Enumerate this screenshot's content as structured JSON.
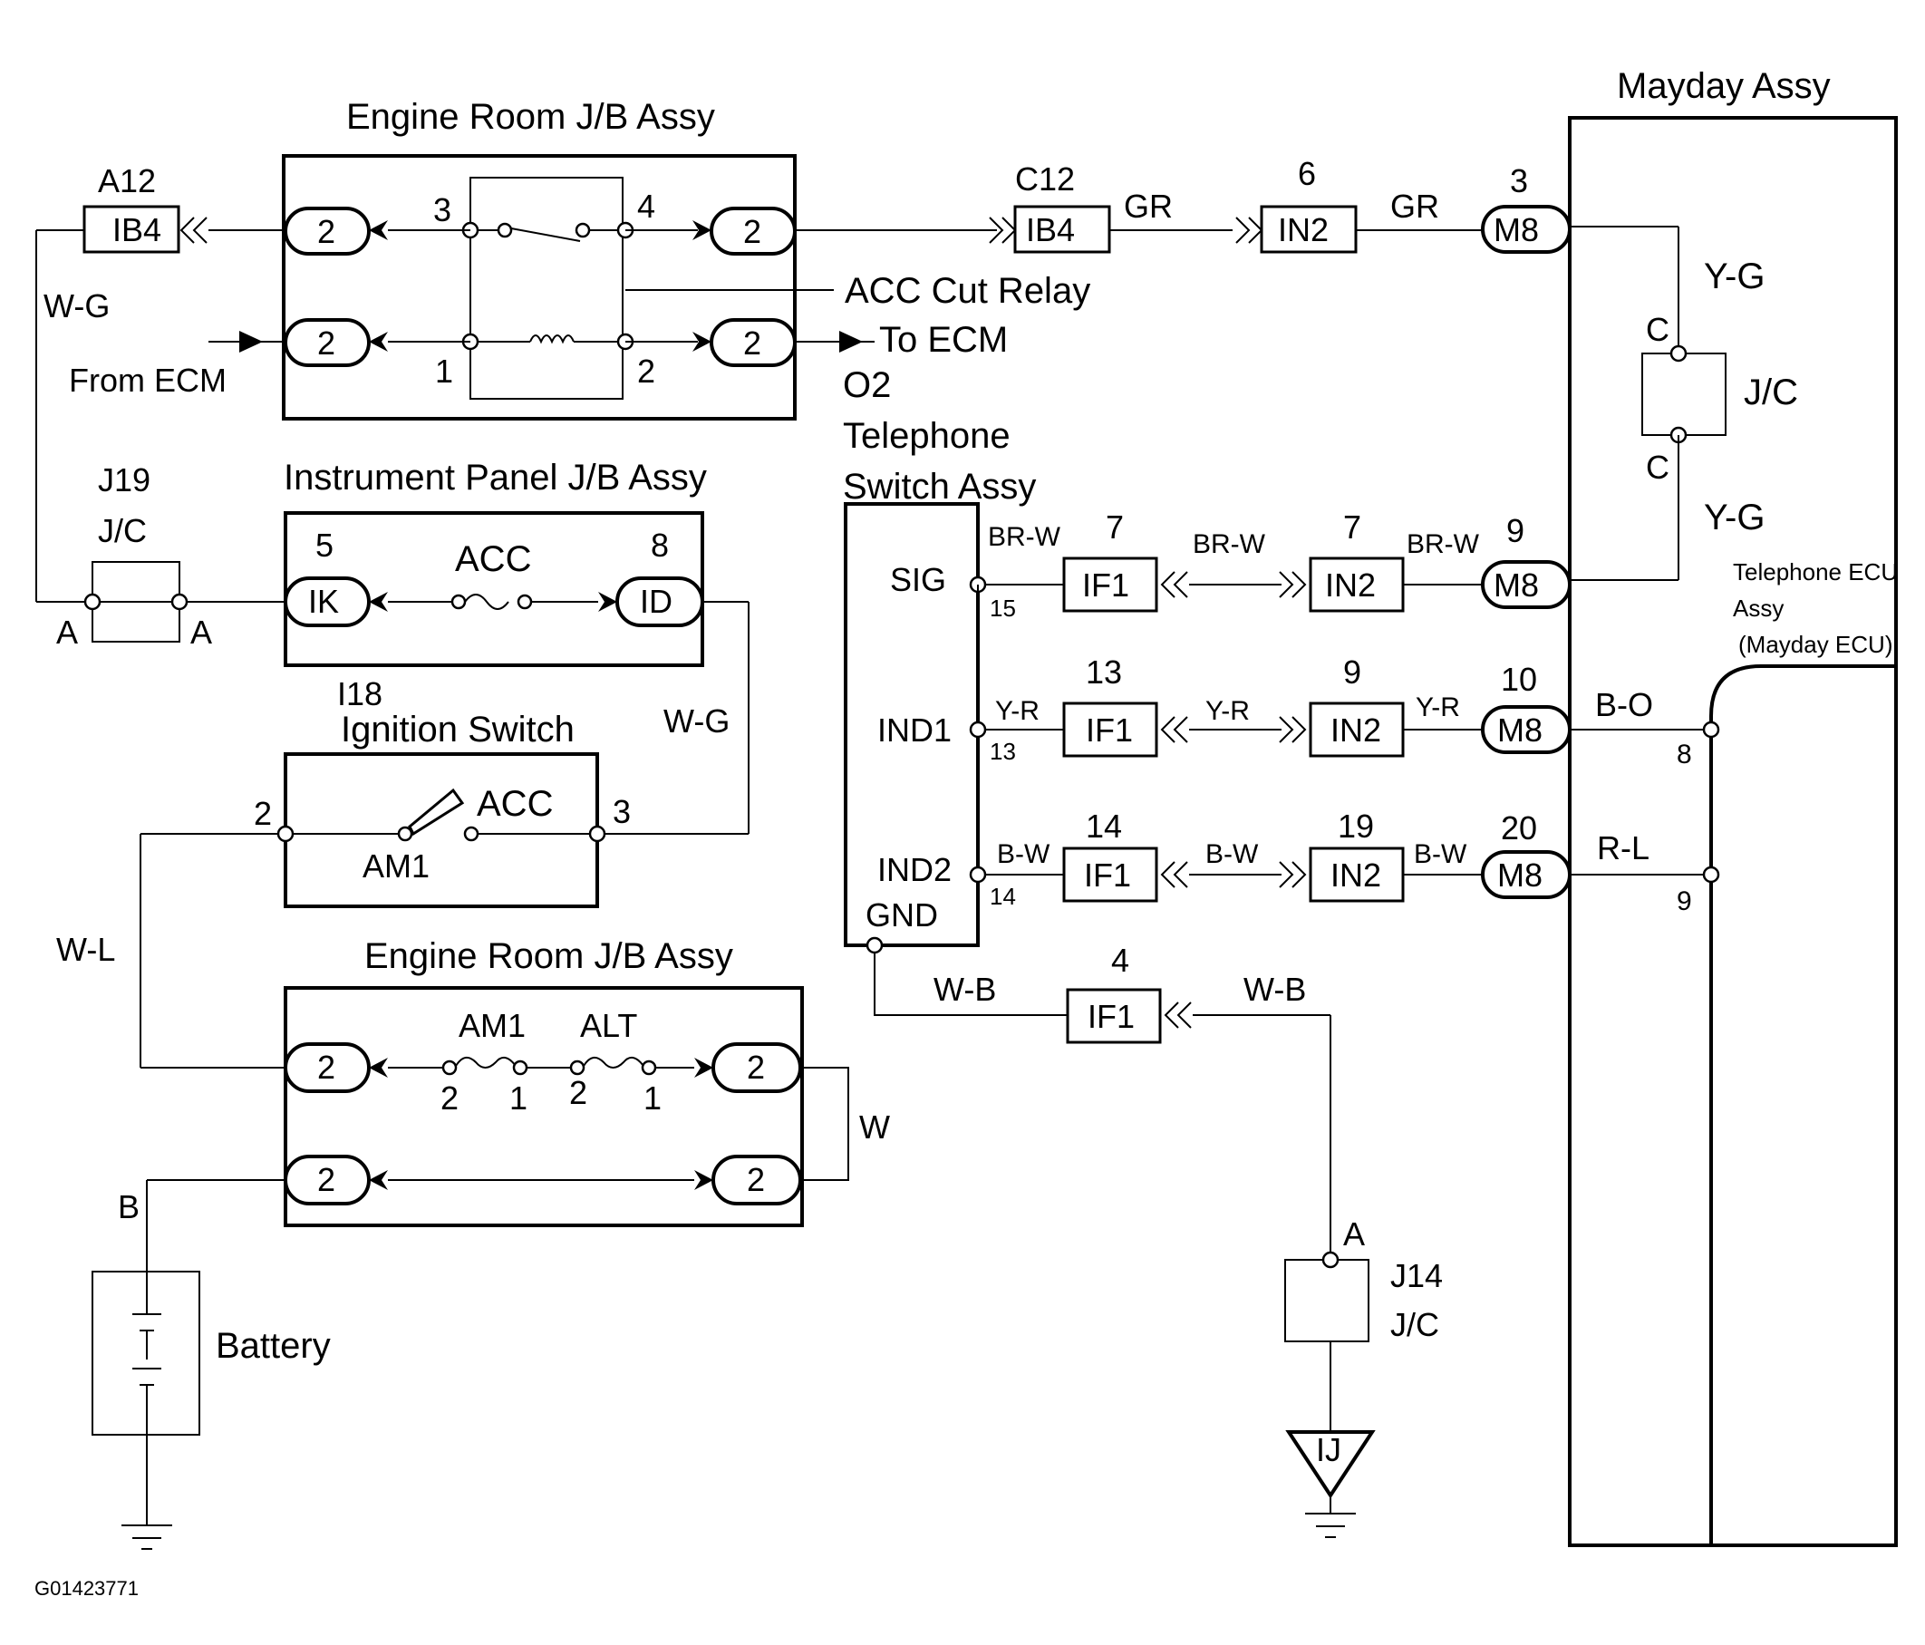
{
  "title_engine_room_top": "Engine Room J/B Assy",
  "title_engine_room_bottom": "Engine Room J/B Assy",
  "title_instrument_panel": "Instrument Panel J/B Assy",
  "title_mayday": "Mayday Assy",
  "telephone_ecu": [
    "Telephone ECU",
    "Assy",
    "(Mayday ECU)"
  ],
  "telephone_switch": [
    "O2",
    "Telephone",
    "Switch Assy"
  ],
  "ignition_switch": {
    "code": "I18",
    "name": "Ignition Switch",
    "acc": "ACC",
    "am1": "AM1",
    "pin_left": "2",
    "pin_right": "3"
  },
  "acc_cut_relay": "ACC Cut Relay",
  "to_ecm": "To ECM",
  "from_ecm": "From ECM",
  "battery": "Battery",
  "figure_id": "G01423771",
  "conn_a12": {
    "ref": "A12",
    "label": "IB4"
  },
  "conn_c12": {
    "ref": "C12",
    "label": "IB4"
  },
  "conn_6": {
    "ref": "6",
    "label": "IN2"
  },
  "conn_3": {
    "ref": "3",
    "label": "M8"
  },
  "relay_pins": {
    "p3": "3",
    "p4": "4",
    "p1": "1",
    "p2": "2"
  },
  "pill_2": "2",
  "j19": {
    "ref": "J19",
    "name": "J/C",
    "pin": "A"
  },
  "ip_jb": {
    "left_ref": "5",
    "left": "IK",
    "fuse": "ACC",
    "right_ref": "8",
    "right": "ID"
  },
  "jc_right": {
    "name": "J/C",
    "pin": "C"
  },
  "wires": {
    "wg": "W-G",
    "gr": "GR",
    "yg": "Y-G",
    "wl": "W-L",
    "w": "W",
    "b": "B",
    "brw": "BR-W",
    "yr": "Y-R",
    "bw": "B-W",
    "bo": "B-O",
    "rl": "R-L"
  },
  "switch_pins": {
    "sig": "SIG",
    "ind1": "IND1",
    "ind2": "IND2",
    "gnd": "GND"
  },
  "rows": [
    {
      "sw_pin": "15",
      "if_ref": "7",
      "if": "IF1",
      "in_ref": "7",
      "in": "IN2",
      "m_ref": "9",
      "m": "M8"
    },
    {
      "sw_pin": "13",
      "if_ref": "13",
      "if": "IF1",
      "in_ref": "9",
      "in": "IN2",
      "m_ref": "10",
      "m": "M8"
    },
    {
      "sw_pin": "14",
      "if_ref": "14",
      "if": "IF1",
      "in_ref": "19",
      "in": "IN2",
      "m_ref": "20",
      "m": "M8"
    }
  ],
  "gnd_if": {
    "ref": "4",
    "label": "IF1"
  },
  "ecu_pins": {
    "p8": "8",
    "p9": "9"
  },
  "fuses": {
    "am1": "AM1",
    "alt": "ALT",
    "pin2": "2",
    "pin1": "1"
  },
  "j14": {
    "ref": "J14",
    "name": "J/C",
    "pin": "A"
  },
  "ground_ij": "IJ"
}
